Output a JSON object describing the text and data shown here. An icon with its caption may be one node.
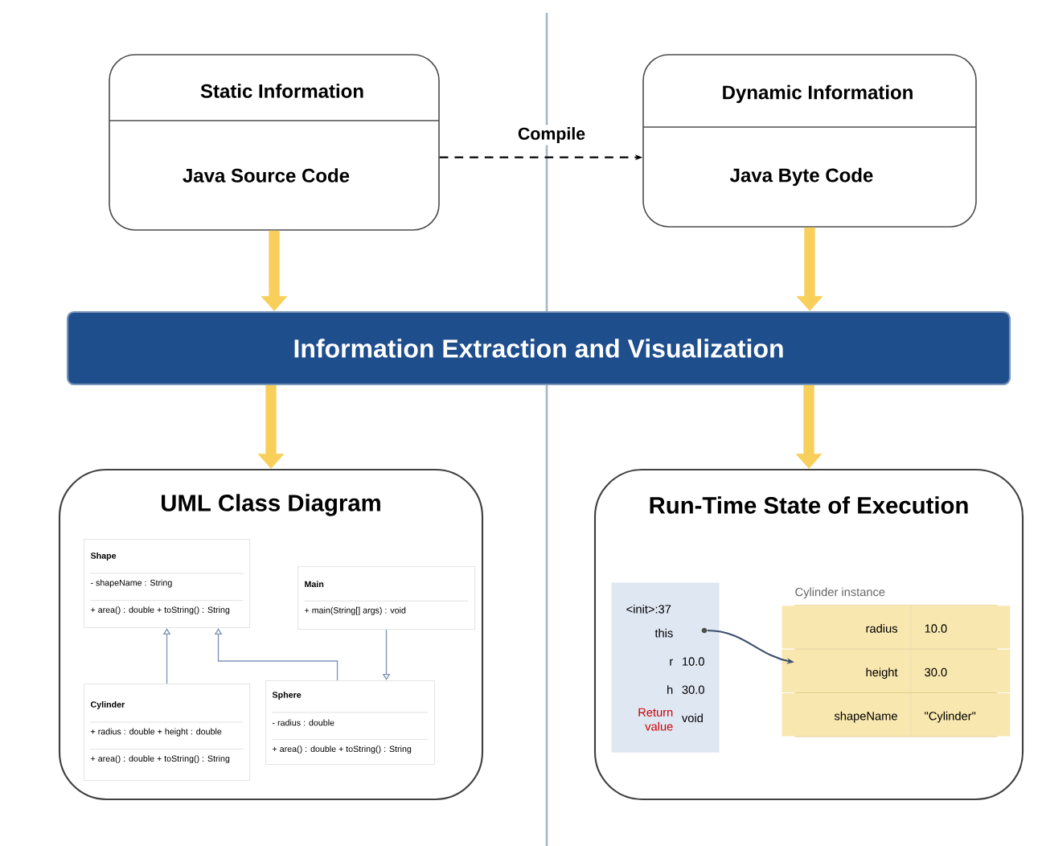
{
  "diagram": {
    "nodes": [
      {
        "text": [
          "Static Information",
          "Java Source Code"
        ]
      },
      {
        "text": [
          "Dynamic Information",
          "Java Byte Code"
        ]
      },
      {
        "text": [
          "Information Extraction and Visualization"
        ]
      },
      {
        "text": [
          "UML Class Diagram"
        ]
      },
      {
        "text": [
          "Shape",
          "- shapeName : String",
          "+ area() : double + toString() : String"
        ],
        "in": 3
      },
      {
        "text": [
          "Main",
          "+ main(String[] args) : void"
        ],
        "in": 3
      },
      {
        "text": [
          "Cylinder",
          "+ radius : double + height : double",
          "+ area() : double + toString() : String"
        ],
        "in": 3
      },
      {
        "text": [
          "Sphere",
          "- radius : double",
          "+ area() : double + toString() : String"
        ],
        "in": 3
      },
      {
        "text": [
          "Run-Time State of Execution"
        ]
      },
      {
        "text": [
          "<init>:37",
          "this",
          "r",
          "10.0",
          "h",
          "30.0",
          "Return value",
          "void"
        ],
        "in": 8
      },
      {
        "text": [],
        "shape": "circle",
        "in": 9
      },
      {
        "text": [
          "Cylinder instance",
          "radius",
          "10.0",
          "height",
          "30.0",
          "shapeName",
          "\"Cylinder\""
        ],
        "in": 8
      }
    ],
    "edges": [
      {
        "from": 0,
        "to": 1,
        "arrow": "to",
        "label": "Compile",
        "style": "dashed",
        "color": "#000000"
      },
      {
        "from": 0,
        "to": 2,
        "arrow": "to",
        "style": "thick",
        "color": "#f7cf5a"
      },
      {
        "from": 1,
        "to": 2,
        "arrow": "to",
        "style": "thick",
        "color": "#f7cf5a"
      },
      {
        "from": 2,
        "to": 3,
        "arrow": "to",
        "style": "thick",
        "color": "#f7cf5a"
      },
      {
        "from": 2,
        "to": 8,
        "arrow": "to",
        "style": "thick",
        "color": "#f7cf5a"
      },
      {
        "from": 6,
        "to": 4,
        "arrow": "to",
        "color": "#7f93b4"
      },
      {
        "from": 7,
        "to": 4,
        "arrow": "to",
        "color": "#7f93b4"
      },
      {
        "from": 5,
        "to": 7,
        "arrow": "to",
        "color": "#7f93b4"
      },
      {
        "from": 10,
        "to": 11,
        "arrow": "to",
        "color": "#3d4f6e"
      }
    ]
  }
}
